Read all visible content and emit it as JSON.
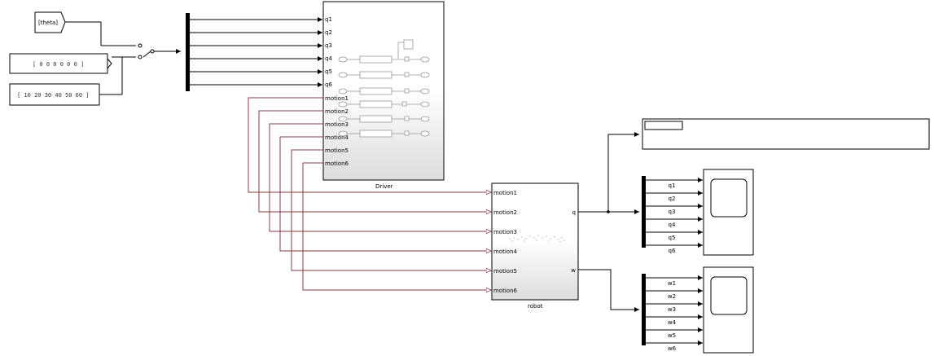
{
  "blocks": {
    "goto_tag": "[theta]",
    "const_zero": "[ 0  0  0  0  0  0 ]",
    "const_vec": "[ 10  20  30  40  50  60 ]",
    "driver_title": "Driver",
    "robot_title": "robot"
  },
  "driver": {
    "q_ports": [
      "q1",
      "q2",
      "q3",
      "q4",
      "q5",
      "q6"
    ],
    "motion_ports": [
      "motion1",
      "motion2",
      "motion3",
      "motion4",
      "motion5",
      "motion6"
    ]
  },
  "robot": {
    "inputs": [
      "motion1",
      "motion2",
      "motion3",
      "motion4",
      "motion5",
      "motion6"
    ],
    "outputs": [
      "q",
      "w"
    ]
  },
  "scope_q": {
    "labels": [
      "q1",
      "q2",
      "q3",
      "q4",
      "q5",
      "q6"
    ]
  },
  "scope_w": {
    "labels": [
      "w1",
      "w2",
      "w3",
      "w4",
      "w5",
      "w6"
    ]
  },
  "colors": {
    "bus": "#8b3a46",
    "signal": "#000000",
    "ghost": "#9a9a9a"
  }
}
